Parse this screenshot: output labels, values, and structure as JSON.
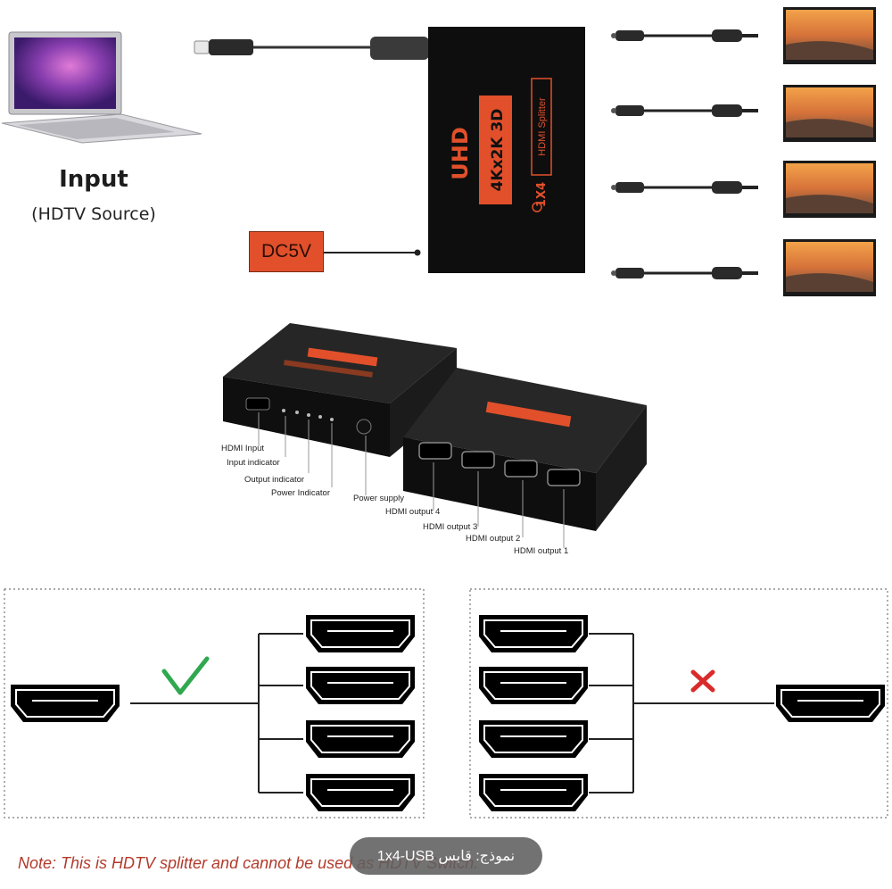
{
  "input": {
    "title": "Input",
    "subtitle": "(HDTV Source)"
  },
  "power_label": "DC5V",
  "splitter": {
    "brand": "UHD",
    "resolution": "4Kx2K 3D",
    "model": "1X4",
    "model_name": "HDMI Splitter"
  },
  "port_labels": [
    "HDMI Input",
    "Input indicator",
    "Output indicator",
    "Power Indicator",
    "Power supply",
    "HDMI output 4",
    "HDMI output 3",
    "HDMI output 2",
    "HDMI output 1"
  ],
  "note": "Note: This is HDTV splitter and cannot be used as HDTV Switch.",
  "caption": "نموذج: قابس 1x4-USB",
  "colors": {
    "accent": "#e1502b",
    "check": "#2fa84f",
    "cross": "#d92b2b",
    "device": "#111111"
  },
  "icons": {
    "correct": "check-icon",
    "wrong": "cross-icon"
  }
}
